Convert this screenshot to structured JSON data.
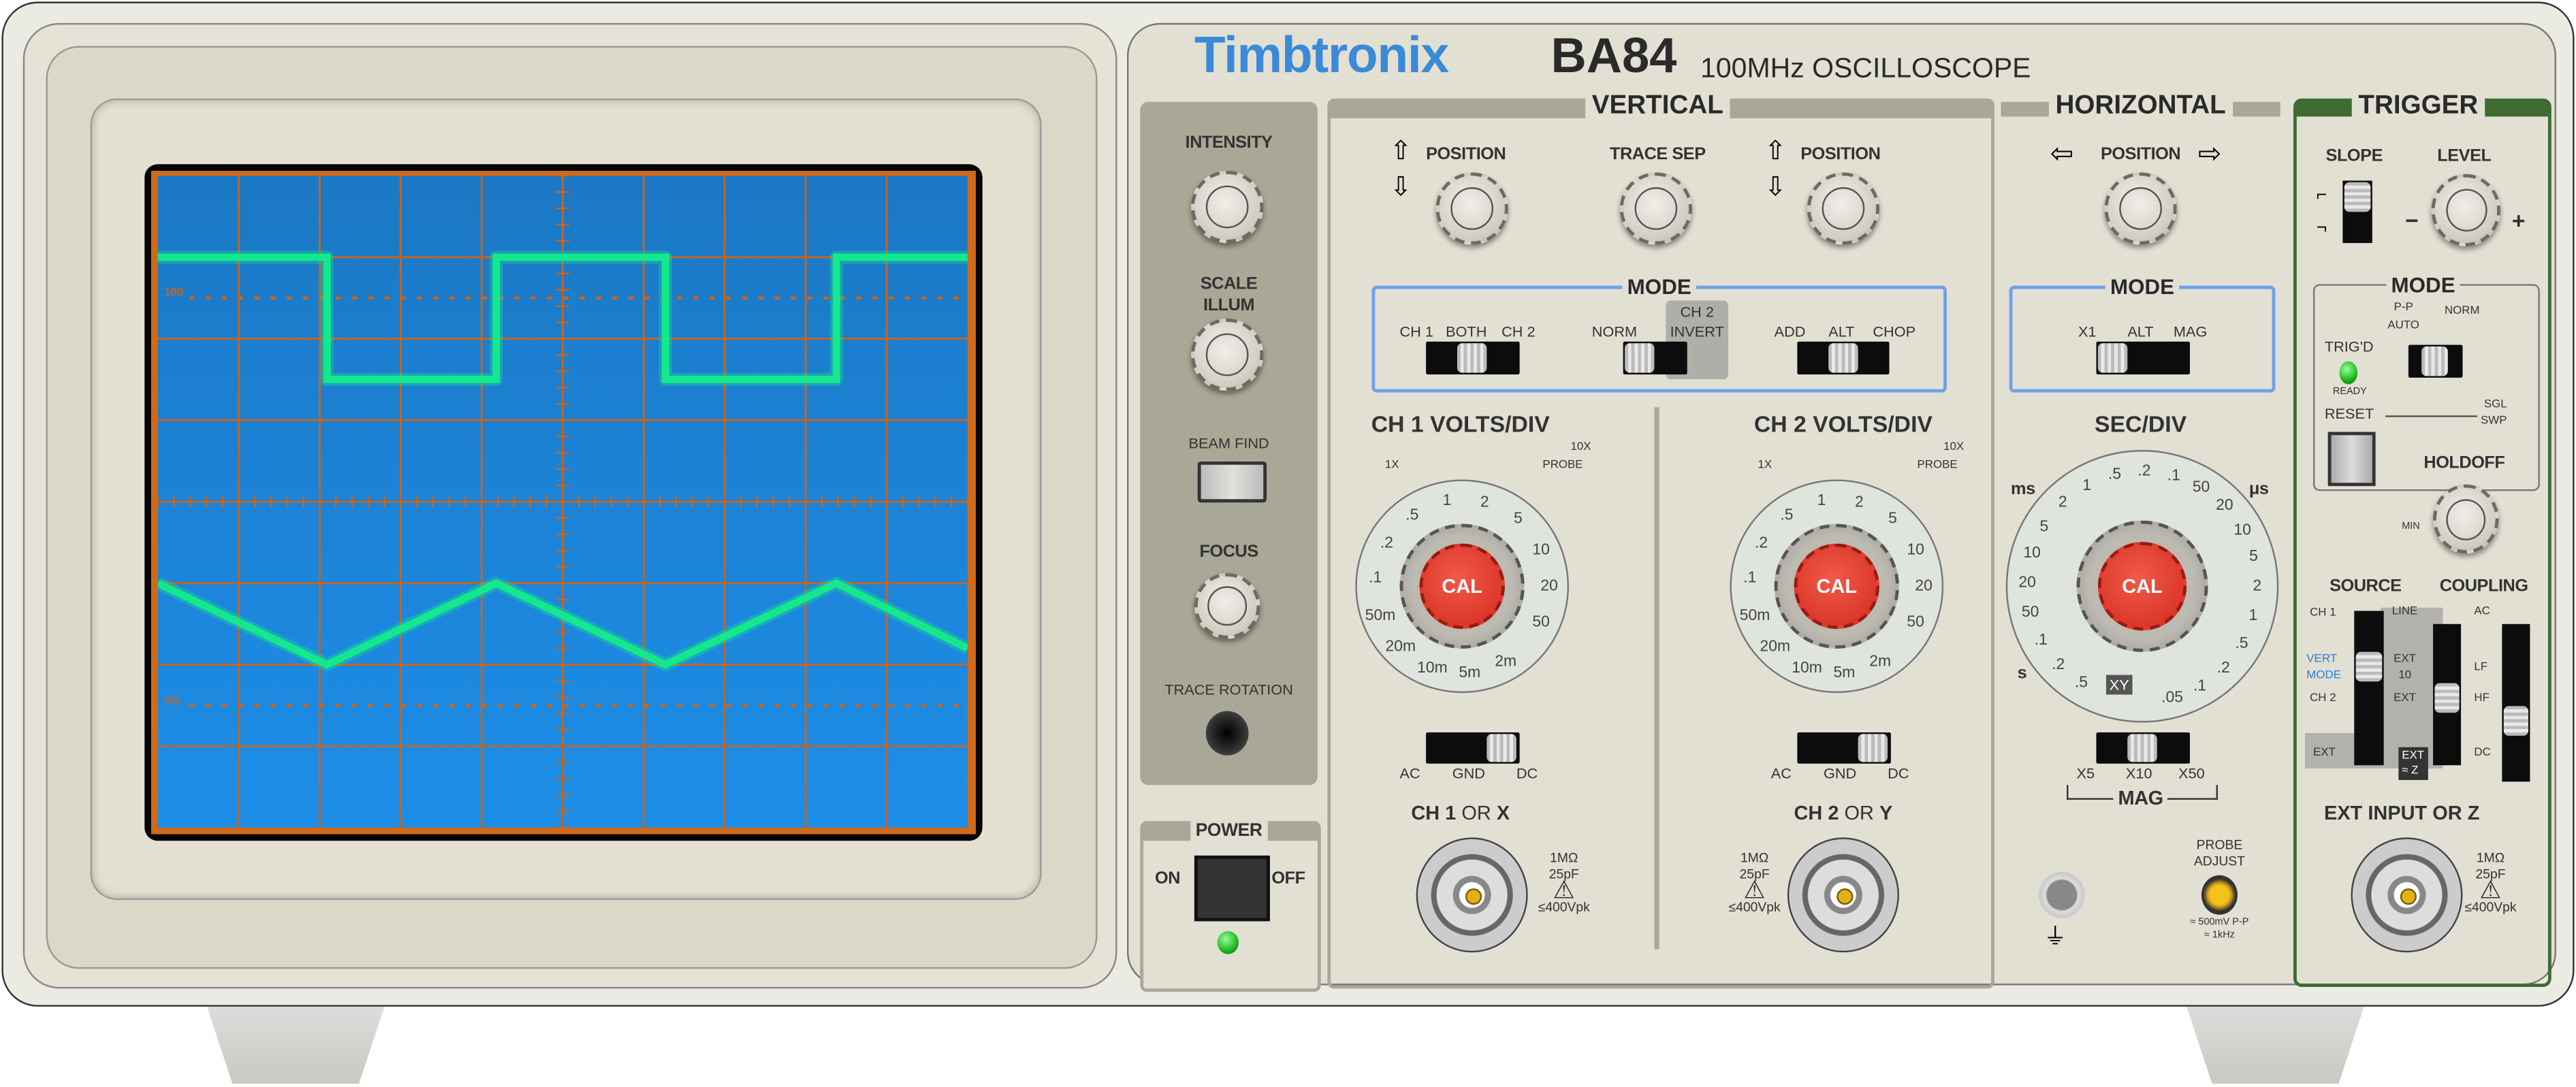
{
  "brand": {
    "logo": "Timbtronix",
    "model": "BA84",
    "description": "100MHz OSCILLOSCOPE",
    "logo_color": "#3a8ad8"
  },
  "screen": {
    "graticule_label_top": "100",
    "graticule_label_bottom": "0%",
    "divisions": {
      "x": 10,
      "y": 8
    },
    "trace_color": "#14e88c",
    "graticule_color": "#c8641e",
    "background": "#1b80d0",
    "traces": [
      {
        "points": [
          [
            0,
            1
          ],
          [
            2.09,
            1
          ],
          [
            2.09,
            2.5
          ],
          [
            4.18,
            2.5
          ],
          [
            4.18,
            1
          ],
          [
            6.27,
            1
          ],
          [
            6.27,
            2.5
          ],
          [
            8.38,
            2.5
          ],
          [
            8.38,
            1
          ],
          [
            10,
            1
          ]
        ]
      },
      {
        "points": [
          [
            0,
            5
          ],
          [
            2.09,
            6
          ],
          [
            4.18,
            5
          ],
          [
            6.27,
            6
          ],
          [
            8.38,
            5
          ],
          [
            10,
            5.8
          ]
        ]
      }
    ]
  },
  "left_column": {
    "intensity": "INTENSITY",
    "scale": "SCALE",
    "illum": "ILLUM",
    "beam_find": "BEAM FIND",
    "focus": "FOCUS",
    "trace_rotation": "TRACE ROTATION"
  },
  "power": {
    "title": "POWER",
    "on": "ON",
    "off": "OFF",
    "led_color": "#2ec42e"
  },
  "vertical": {
    "title": "VERTICAL",
    "ch1_position": "POSITION",
    "trace_sep": "TRACE SEP",
    "ch2_position": "POSITION",
    "mode": {
      "title": "MODE",
      "ch1": "CH 1",
      "both": "BOTH",
      "ch2": "CH 2",
      "norm": "NORM",
      "ch2_invert_1": "CH 2",
      "ch2_invert_2": "INVERT",
      "add": "ADD",
      "alt": "ALT",
      "chop": "CHOP",
      "display_selected": "BOTH",
      "invert_selected": "NORM",
      "combine_selected": "ALT"
    },
    "ch1": {
      "title": "CH 1 VOLTS/DIV",
      "probe_1x": "1X",
      "probe_10x_1": "10X",
      "probe_10x_2": "PROBE",
      "cal": "CAL",
      "scale": [
        "2m",
        "5m",
        "10m",
        "20m",
        "50m",
        ".1",
        ".2",
        ".5",
        "1",
        "2",
        "5",
        "10",
        "20",
        "50"
      ],
      "coupling": {
        "ac": "AC",
        "gnd": "GND",
        "dc": "DC",
        "selected": "DC"
      },
      "input_a": "CH 1",
      "input_or": " OR ",
      "input_b": "X",
      "impedance": "1MΩ",
      "capacitance": "25pF",
      "max": "≤400Vpk"
    },
    "ch2": {
      "title": "CH 2 VOLTS/DIV",
      "probe_1x": "1X",
      "probe_10x_1": "10X",
      "probe_10x_2": "PROBE",
      "cal": "CAL",
      "scale": [
        "2m",
        "5m",
        "10m",
        "20m",
        "50m",
        ".1",
        ".2",
        ".5",
        "1",
        "2",
        "5",
        "10",
        "20",
        "50"
      ],
      "coupling": {
        "ac": "AC",
        "gnd": "GND",
        "dc": "DC",
        "selected": "DC"
      },
      "input_a": "CH 2",
      "input_or": " OR ",
      "input_b": "Y",
      "impedance": "1MΩ",
      "capacitance": "25pF",
      "max": "≤400Vpk"
    }
  },
  "horizontal": {
    "title": "HORIZONTAL",
    "position": "POSITION",
    "mode": {
      "title": "MODE",
      "x1": "X1",
      "alt": "ALT",
      "mag": "MAG",
      "selected": "X1"
    },
    "sec_div": {
      "title": "SEC/DIV",
      "cal": "CAL",
      "unit_ms": "ms",
      "unit_us": "μs",
      "unit_s": "s",
      "xy": "XY",
      "scale": [
        ".5",
        ".2",
        ".1",
        "50",
        "20",
        "10",
        "5",
        "2",
        "1",
        ".5",
        ".2",
        ".1",
        "50",
        "20",
        "10",
        "5",
        "2",
        "1",
        ".5",
        ".2",
        ".1",
        ".05"
      ]
    },
    "mag": {
      "title": "MAG",
      "x5": "X5",
      "x10": "X10",
      "x50": "X50",
      "selected": "X10"
    },
    "probe_adjust_1": "PROBE",
    "probe_adjust_2": "ADJUST",
    "probe_amplitude": "≈ 500mV P-P",
    "probe_freq": "≈ 1kHz"
  },
  "trigger": {
    "title": "TRIGGER",
    "slope": "SLOPE",
    "level": "LEVEL",
    "minus": "−",
    "plus": "+",
    "mode": {
      "title": "MODE",
      "pp_1": "P-P",
      "pp_2": "AUTO",
      "norm": "NORM",
      "trigd": "TRIG'D",
      "ready": "READY",
      "reset": "RESET",
      "sgl": "SGL",
      "swp": "SWP",
      "selected": "NORM"
    },
    "holdoff": "HOLDOFF",
    "holdoff_min": "MIN",
    "source": {
      "title": "SOURCE",
      "ch1": "CH 1",
      "vert_1": "VERT",
      "vert_2": "MODE",
      "ch2": "CH 2",
      "ext": "EXT",
      "selected": "VERT MODE"
    },
    "ext_source": {
      "line": "LINE",
      "ext10_1": "EXT",
      "ext10_2": "10",
      "ext": "EXT",
      "extz_1": "EXT",
      "extz_2": "≈ Z",
      "selected": "EXT"
    },
    "coupling": {
      "title": "COUPLING",
      "ac": "AC",
      "lf": "LF",
      "hf": "HF",
      "dc": "DC",
      "selected": "HF"
    },
    "ext_input": "EXT INPUT OR Z",
    "impedance": "1MΩ",
    "capacitance": "25pF",
    "max": "≤400Vpk"
  }
}
